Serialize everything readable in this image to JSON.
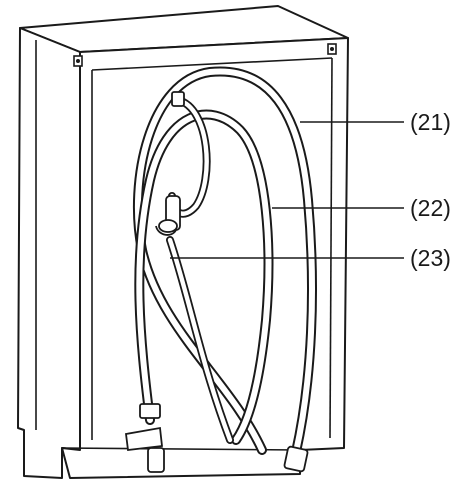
{
  "callouts": [
    {
      "label": "(21)"
    },
    {
      "label": "(22)"
    },
    {
      "label": "(23)"
    }
  ],
  "colors": {
    "line": "#1a1a1a",
    "body_fill": "#ffffff",
    "background": "#ffffff"
  }
}
